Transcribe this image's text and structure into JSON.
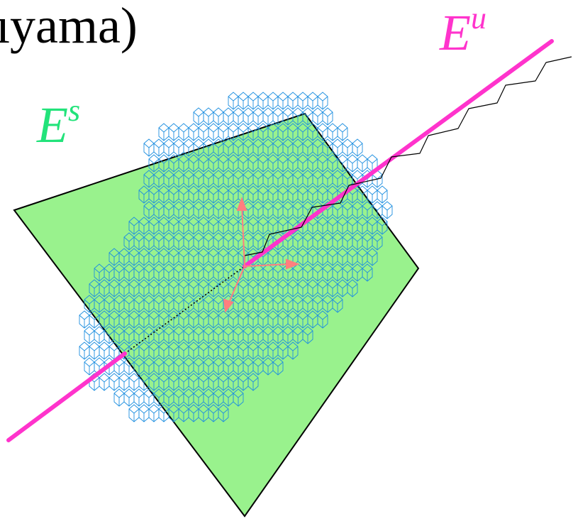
{
  "header": {
    "title_fragment": "ıyama)"
  },
  "labels": {
    "unstable": {
      "base": "E",
      "sup": "u"
    },
    "stable": {
      "base": "E",
      "sup": "s"
    }
  },
  "colors": {
    "plane_fill": "#99f28d",
    "plane_stroke": "#000000",
    "lattice": "#1e8fe0",
    "unstable_line": "#ff33cc",
    "unstable_label": "#ff33cc",
    "stable_label": "#22e37a",
    "axes_arrows": "#ff7f7f",
    "staircase": "#000000",
    "title": "#000000"
  }
}
